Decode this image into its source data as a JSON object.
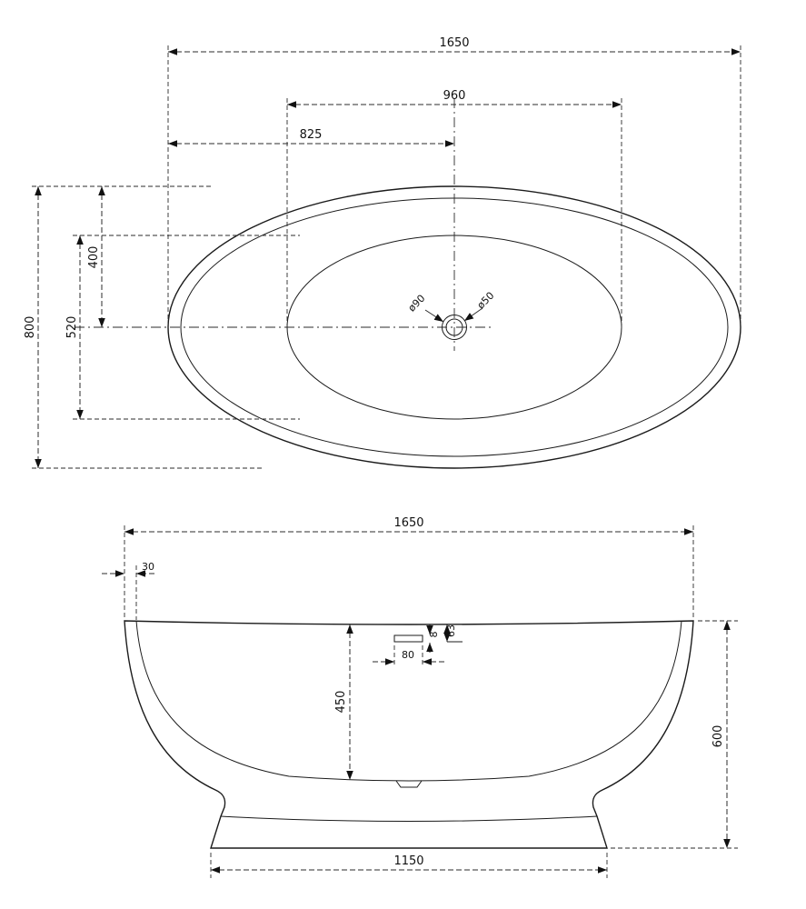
{
  "drawing": {
    "line_color": "#1b1b1b",
    "top_view": {
      "overall_length": "1650",
      "basin_length": "960",
      "drain_offset": "825",
      "overall_width": "800",
      "basin_width": "520",
      "half_width": "400",
      "drain_outer_dia": "ø90",
      "drain_inner_dia": "ø50"
    },
    "side_view": {
      "overall_length": "1650",
      "rim_thickness": "30",
      "inner_depth": "450",
      "overall_height": "600",
      "base_length": "1150",
      "overflow_width": "80",
      "overflow_height": "8",
      "overflow_drop": "63"
    }
  }
}
